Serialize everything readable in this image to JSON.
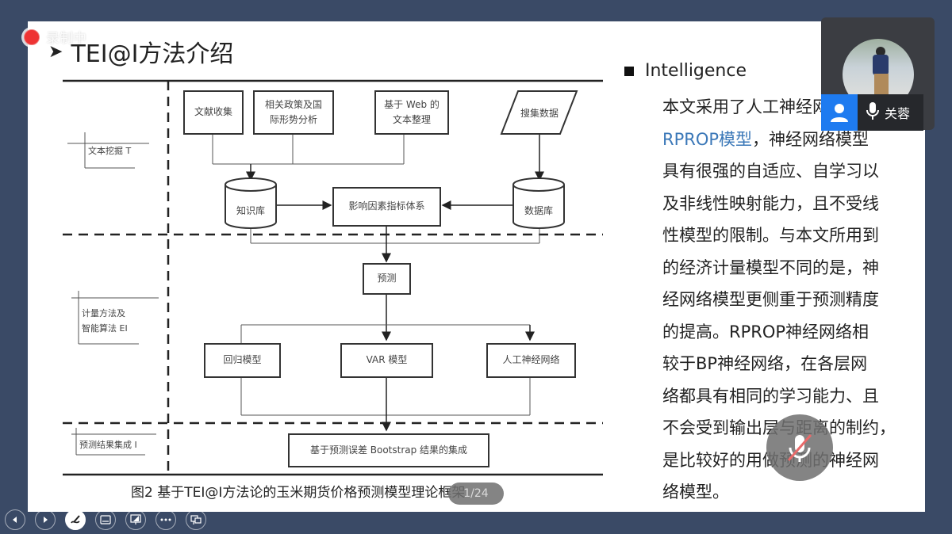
{
  "recording": {
    "label": "录制中",
    "color": "#ee3333"
  },
  "slide": {
    "title": "TEI@I方法介绍",
    "diagram": {
      "layers": [
        {
          "label": "文本挖掘 T"
        },
        {
          "label_line1": "计量方法及",
          "label_line2": "智能算法 EI"
        },
        {
          "label": "预测结果集成 I"
        }
      ],
      "nodes": {
        "doc_collect": "文献收集",
        "policy_line1": "相关政策及国",
        "policy_line2": "际形势分析",
        "web_line1": "基于 Web 的",
        "web_line2": "文本整理",
        "collect_data": "搜集数据",
        "knowledge_base": "知识库",
        "index_system": "影响因素指标体系",
        "database": "数据库",
        "forecast": "预测",
        "regression": "回归模型",
        "var": "VAR 模型",
        "ann": "人工神经网络",
        "ensemble": "基于预测误差 Bootstrap 结果的集成"
      },
      "caption": "图2  基于TEI@I方法论的玉米期货价格预测模型理论框架"
    },
    "right": {
      "bullet": "Intelligence",
      "lines": [
        "本文采用了人工神经网络的",
        "，神经网络模型",
        "具有很强的自适应、自学习以",
        "及非线性映射能力，且不受线",
        "性模型的限制。与本文所用到",
        "的经济计量模型不同的是，神",
        "经网络模型更侧重于预测精度",
        "的提高。RPROP神经网络相",
        "较于BP神经网络，在各层网",
        "络都具有相同的学习能力、且",
        "不会受到输出层与距离的制约，",
        "是比较好的用做预测的神经网",
        "络模型。"
      ],
      "highlight": "RPROP模型",
      "highlight_color": "#3b78b8"
    },
    "page_indicator": "1/24"
  },
  "video": {
    "participant_name": "关蓉",
    "user_tag_color": "#1e7bf0"
  },
  "toolbar": {
    "buttons": [
      {
        "name": "previous-slide"
      },
      {
        "name": "next-slide"
      },
      {
        "name": "pen-tool",
        "active": true
      },
      {
        "name": "subtitle-view"
      },
      {
        "name": "screen-annotate"
      },
      {
        "name": "more-options"
      },
      {
        "name": "switch-display"
      }
    ]
  }
}
